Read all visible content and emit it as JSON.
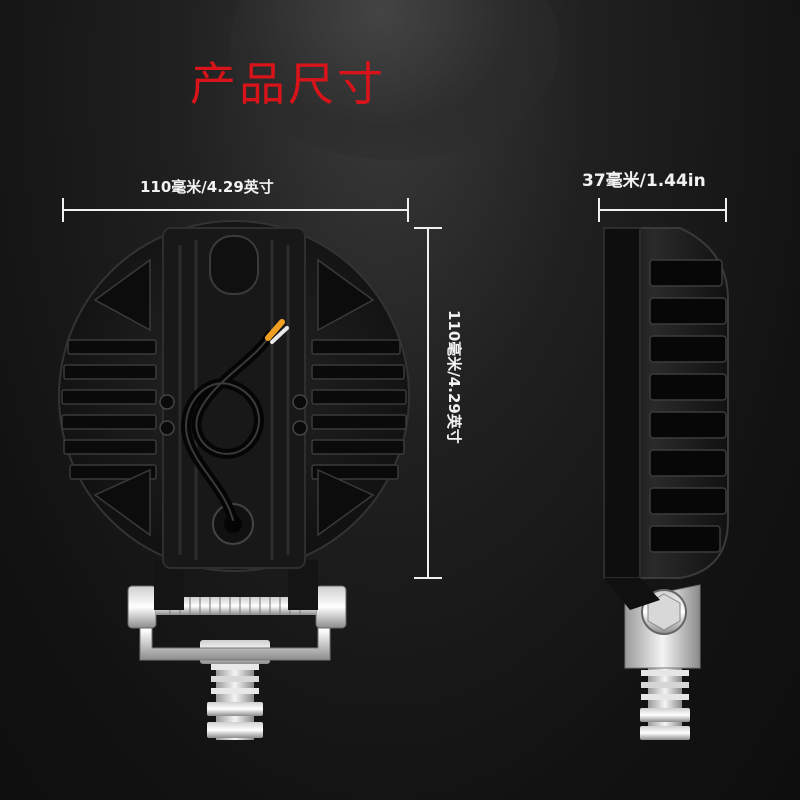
{
  "title": "产品尺寸",
  "dimensions": {
    "width_label": "110毫米/4.29英寸",
    "height_label": "110毫米/4.29英寸",
    "depth_label": "37毫米/1.44in"
  },
  "colors": {
    "title": "#d8141a",
    "background": "#161616",
    "lamp_body": "#1b1b1b",
    "dimension_lines": "#f0f0f0",
    "wire_tip": "#f0a020"
  }
}
